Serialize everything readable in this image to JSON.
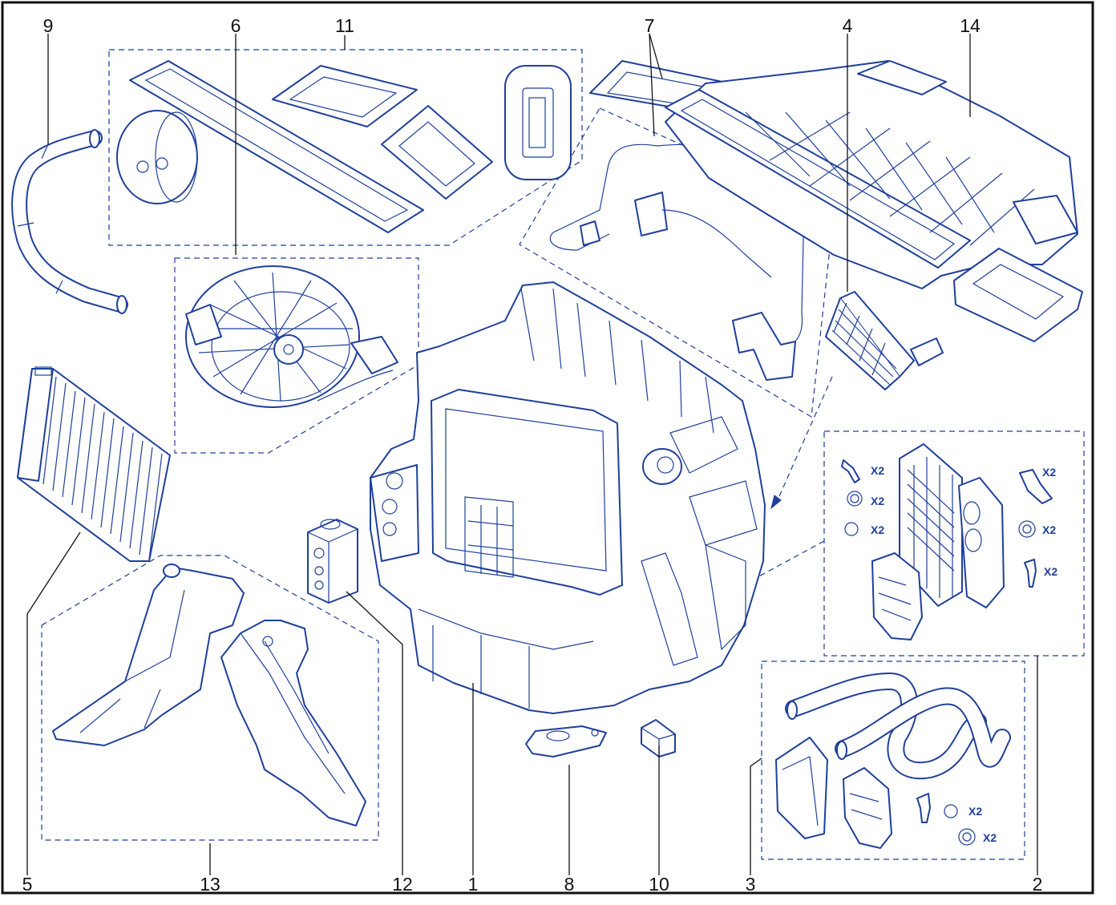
{
  "colors": {
    "line": "#1f3f9a",
    "leader": "#111111",
    "frame": "#111111",
    "background": "#ffffff"
  },
  "labels": [
    "9",
    "6",
    "11",
    "7",
    "4",
    "14",
    "5",
    "13",
    "12",
    "1",
    "8",
    "10",
    "3",
    "2"
  ],
  "kit2_qty": [
    "X2",
    "X2",
    "X2",
    "X2",
    "X2",
    "X2"
  ],
  "kit3_qty": [
    "X2",
    "X2"
  ]
}
